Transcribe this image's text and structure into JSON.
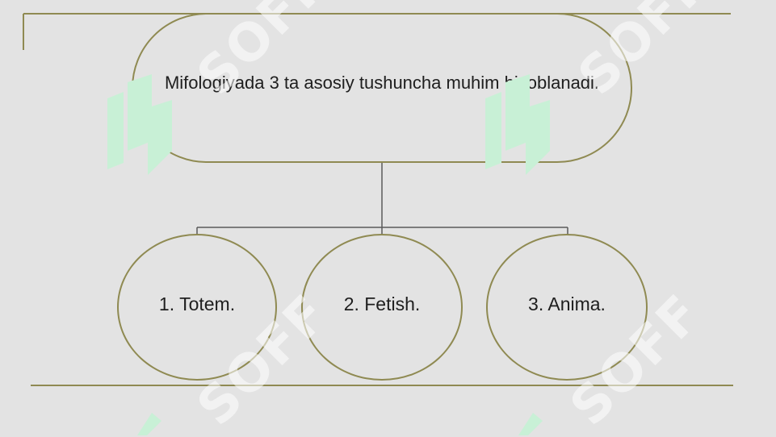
{
  "diagram": {
    "root": {
      "text": "Mifologiyada 3 ta asosiy tushuncha muhim hisoblanadi."
    },
    "children": [
      {
        "text": "1. Totem."
      },
      {
        "text": "2. Fetish."
      },
      {
        "text": "3. Anima."
      }
    ]
  },
  "watermark": {
    "text": "SOFF",
    "color": "#ffffff",
    "logo_color": "#c8f0d6"
  },
  "colors": {
    "background": "#e3e3e3",
    "outline": "#8f8a52",
    "connector": "#5a5a5a"
  }
}
